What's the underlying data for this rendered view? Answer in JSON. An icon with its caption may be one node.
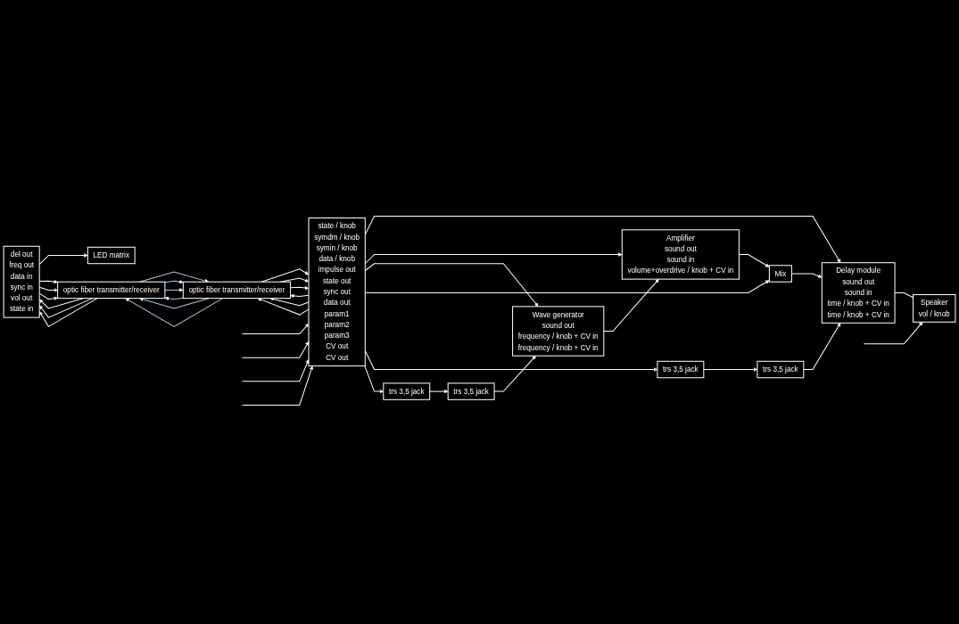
{
  "diagram": {
    "nodes": [
      {
        "text": [
          "del out",
          "freq out",
          "data in",
          "sync in",
          "vol out",
          "state in"
        ]
      },
      {
        "text": [
          "LED matrix"
        ]
      },
      {
        "text": [
          "Speaker",
          "vol / knob"
        ]
      },
      {
        "text": [
          "optic fiber transmitter/receiver"
        ]
      },
      {
        "text": [
          "optic fiber transmitter/receiver"
        ]
      },
      {
        "text": [
          "Delay module",
          "sound out",
          "sound in",
          "time / knob + CV in",
          "time / knob + CV in"
        ]
      },
      {
        "text": [
          "trs 3,5 jack"
        ]
      },
      {
        "text": [
          "state / knob",
          "symdm / knob",
          "symin / knob",
          "data / knob",
          "impulse out",
          "state out",
          "sync out",
          "data out",
          "param1",
          "param2",
          "param3",
          "CV out",
          "CV out"
        ]
      },
      {
        "text": [
          "Mix"
        ]
      },
      {
        "text": [
          "Amplifier",
          "sound out",
          "sound in",
          "volume+overdrive /  knob + CV in"
        ]
      },
      {
        "text": [
          "Wave generator",
          "sound out",
          "frequency / knob + CV in",
          "frequency / knob + CV in"
        ]
      },
      {
        "text": [
          "trs 3,5 jack"
        ]
      },
      {
        "text": [
          "trs 3,5 jack"
        ]
      },
      {
        "text": [
          "trs 3,5 jack"
        ]
      }
    ],
    "edges": [
      {
        "from": 0,
        "to": 1,
        "arrow": "to"
      },
      {
        "from": 0,
        "to": 3,
        "arrow": "to"
      },
      {
        "from": 0,
        "to": 3,
        "arrow": "to"
      },
      {
        "from": 3,
        "to": 0,
        "arrow": "to"
      },
      {
        "from": 3,
        "to": 0,
        "arrow": "to"
      },
      {
        "from": 0,
        "to": 3,
        "arrow": "to"
      },
      {
        "from": 3,
        "to": 0,
        "arrow": "to"
      },
      {
        "from": 4,
        "to": 3,
        "arrow": "to",
        "color": "#a8cce6"
      },
      {
        "from": 3,
        "to": 4,
        "arrow": "to",
        "color": "#a8cce6"
      },
      {
        "from": 4,
        "to": 3,
        "arrow": "to",
        "color": "#a8cce6"
      },
      {
        "from": 4,
        "to": 3,
        "arrow": "to",
        "color": "#a8cce6"
      },
      {
        "from": 3,
        "to": 4,
        "arrow": "to",
        "color": "#a8cce6"
      },
      {
        "from": 3,
        "to": 4,
        "arrow": "to",
        "color": "#a8cce6"
      },
      {
        "from": 7,
        "to": 4,
        "arrow": "to"
      },
      {
        "from": 4,
        "to": 7,
        "arrow": "to"
      },
      {
        "from": 7,
        "to": 4,
        "arrow": "to"
      },
      {
        "from": 7,
        "to": 4,
        "arrow": "to"
      },
      {
        "from": 4,
        "to": 7,
        "arrow": "to"
      },
      {
        "from": 4,
        "to": 7,
        "arrow": "to"
      },
      {
        "from": null,
        "to": 2,
        "arrow": "to"
      },
      {
        "from": 5,
        "to": 2,
        "arrow": "none"
      },
      {
        "from": 8,
        "to": 5,
        "arrow": "to"
      },
      {
        "from": 9,
        "to": 8,
        "arrow": "to"
      },
      {
        "from": 10,
        "to": 9,
        "arrow": "to"
      },
      {
        "from": 11,
        "to": 6,
        "arrow": "to"
      },
      {
        "from": 6,
        "to": 5,
        "arrow": "to"
      },
      {
        "from": 7,
        "to": 5,
        "arrow": "to"
      },
      {
        "from": 7,
        "to": 9,
        "arrow": "to"
      },
      {
        "from": 7,
        "to": 10,
        "arrow": "to"
      },
      {
        "from": null,
        "to": 7,
        "arrow": "to"
      },
      {
        "from": null,
        "to": 7,
        "arrow": "to"
      },
      {
        "from": null,
        "to": 7,
        "arrow": "to"
      },
      {
        "from": null,
        "to": 7,
        "arrow": "to"
      },
      {
        "from": 7,
        "to": 8,
        "arrow": "to"
      },
      {
        "from": 7,
        "to": 11,
        "arrow": "to"
      },
      {
        "from": 7,
        "to": 12,
        "arrow": "to"
      },
      {
        "from": 12,
        "to": 13,
        "arrow": "to"
      },
      {
        "from": 13,
        "to": 10,
        "arrow": "to"
      }
    ]
  }
}
